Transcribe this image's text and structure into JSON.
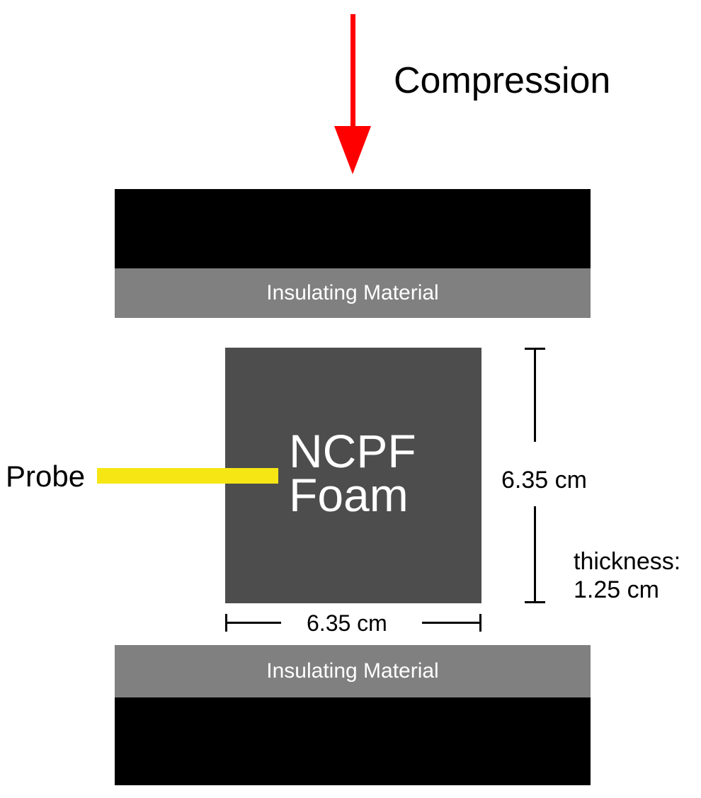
{
  "compression": {
    "label": "Compression",
    "arrow_color": "#ff0000"
  },
  "top_plate": {
    "insulation_label": "Insulating Material"
  },
  "bottom_plate": {
    "insulation_label": "Insulating Material"
  },
  "sample": {
    "line1": "NCPF",
    "line2": "Foam"
  },
  "probe": {
    "label": "Probe",
    "color": "#f5e614"
  },
  "dimensions": {
    "height_label": "6.35 cm",
    "width_label": "6.35 cm",
    "thickness_line1": "thickness:",
    "thickness_line2": "1.25 cm"
  },
  "colors": {
    "plate": "#000000",
    "insulation": "#808080",
    "foam": "#4d4d4d"
  }
}
